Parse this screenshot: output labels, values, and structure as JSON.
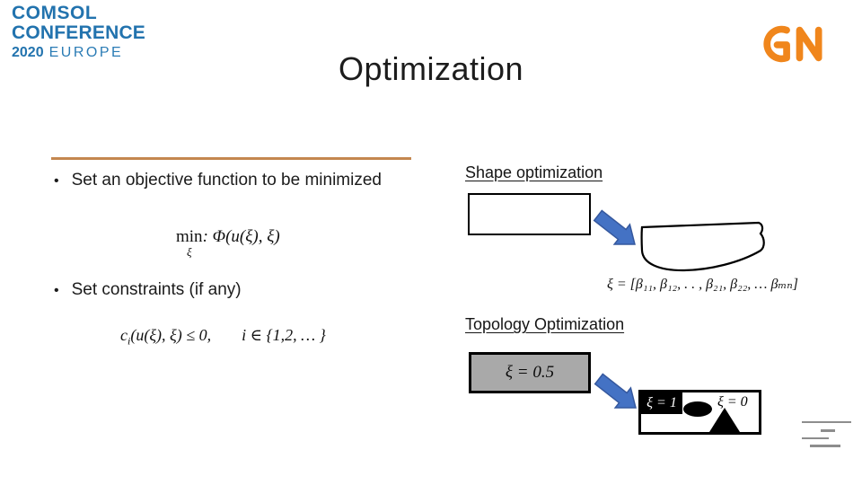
{
  "slide": {
    "title": "Optimization"
  },
  "branding": {
    "comsol": {
      "line1": "COMSOL",
      "line2": "CONFERENCE",
      "year": "2020",
      "region": "EUROPE"
    },
    "gn": "GN"
  },
  "left_panel": {
    "bullet_char": "•",
    "bullet1": "Set an objective function to be minimized",
    "objective": {
      "operator": "min",
      "subscript": "ξ",
      "body": ": Φ(u(ξ), ξ)"
    },
    "bullet2": "Set constraints (if any)",
    "constraint": {
      "base": "c",
      "sub": "i",
      "rest": "(u(ξ), ξ) ≤ 0,",
      "domain": "i ∈ {1,2, … }"
    }
  },
  "right_panel": {
    "shape": {
      "heading": "Shape optimization",
      "formula": "ξ = [β₁₁, β₁₂, . . , β₂₁, β₂₂, … βₘₙ]"
    },
    "topology": {
      "heading": "Topology Optimization",
      "box_label": "ξ = 0.5",
      "result": {
        "solid_label": "ξ = 1",
        "void_label": "ξ = 0"
      }
    }
  },
  "colors": {
    "comsol_blue": "#2273AE",
    "gn_orange": "#F0861C",
    "arrow_blue": "#4472C4",
    "accent_line": "#C4874F",
    "gray_box": "#A9A9A9"
  }
}
